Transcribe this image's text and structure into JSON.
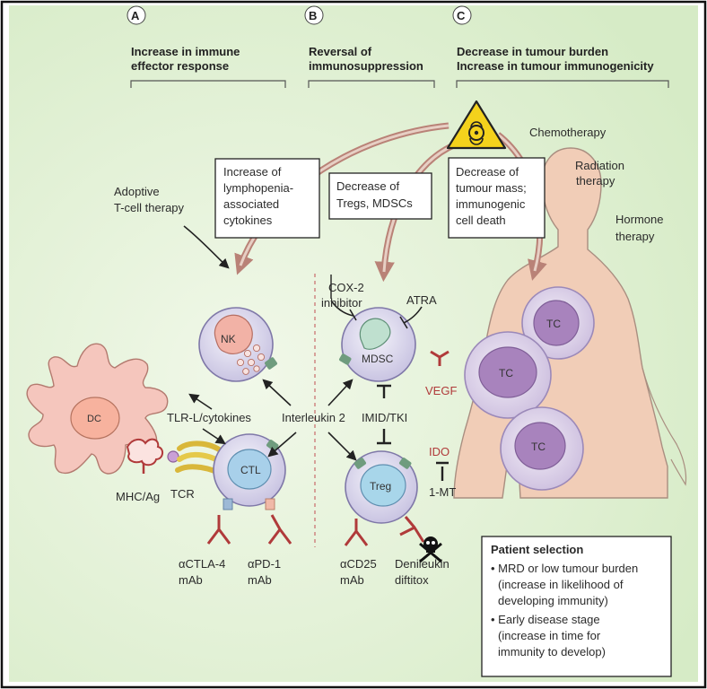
{
  "panels": {
    "a": {
      "letter": "A",
      "line1": "Increase in immune",
      "line2": "effector response"
    },
    "b": {
      "letter": "B",
      "line1": "Reversal of",
      "line2": "immunosuppression"
    },
    "c": {
      "letter": "C",
      "line1": "Decrease in tumour burden",
      "line2": "Increase in tumour immunogenicity"
    }
  },
  "therapies": {
    "chemotherapy": "Chemotherapy",
    "radiation_line1": "Radiation",
    "radiation_line2": "therapy",
    "hormone_line1": "Hormone",
    "hormone_line2": "therapy",
    "adoptive_line1": "Adoptive",
    "adoptive_line2": "T-cell therapy"
  },
  "boxes": {
    "lymphopenia": [
      "Increase of",
      "lymphopenia-",
      "associated",
      "cytokines"
    ],
    "tregs": [
      "Decrease of",
      "Tregs, MDSCs"
    ],
    "tumour_mass": [
      "Decrease of",
      "tumour mass;",
      "immunogenic",
      "cell death"
    ]
  },
  "cells": {
    "nk": "NK",
    "dc": "DC",
    "ctl": "CTL",
    "mdsc": "MDSC",
    "treg": "Treg",
    "tc": "TC"
  },
  "labels": {
    "cox2_line1": "COX-2",
    "cox2_line2": "inhibitor",
    "atra": "ATRA",
    "vegf": "VEGF",
    "tlr": "TLR-L/cytokines",
    "il2": "Interleukin 2",
    "imid": "IMID/TKI",
    "ido": "IDO",
    "one_mt": "1-MT",
    "mhc": "MHC/Ag",
    "tcr": "TCR",
    "ctla4_line1": "αCTLA-4",
    "ctla4_line2": "mAb",
    "pd1_line1": "αPD-1",
    "pd1_line2": "mAb",
    "cd25_line1": "αCD25",
    "cd25_line2": "mAb",
    "denileukin_line1": "Denileukin",
    "denileukin_line2": "diftitox"
  },
  "patient_selection": {
    "title": "Patient selection",
    "item1_line1": "• MRD or low tumour burden",
    "item1_line2": "(increase in likelihood of",
    "item1_line3": "developing immunity)",
    "item2_line1": "• Early disease stage",
    "item2_line2": "(increase in time for",
    "item2_line3": "immunity to develop)"
  },
  "colors": {
    "background": "#e3f1d6",
    "cell_outer": "#d9d6ec",
    "nk_nucleus": "#f2b2a6",
    "ctl_nucleus": "#a8d0ea",
    "mdsc_nucleus": "#bfe0cf",
    "treg_nucleus": "#a8d6ea",
    "tumour_nucleus": "#a883bd",
    "body": "#f1cdb7",
    "accent_red": "#b03a3a",
    "receptor_green": "#6f9c7e"
  },
  "icons": [
    "biohazard-warning-icon",
    "skull-crossbones-icon"
  ]
}
